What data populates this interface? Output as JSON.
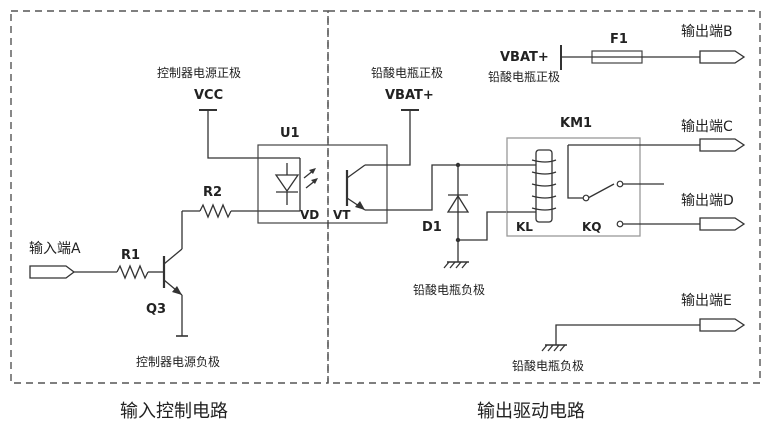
{
  "labels": {
    "ctrl_vcc_desc": "控制器电源正极",
    "vcc": "VCC",
    "battery_pos_desc_top": "铅酸电瓶正极",
    "vbat_top": "VBAT+",
    "u1": "U1",
    "vd": "VD",
    "vt": "VT",
    "r2": "R2",
    "r1": "R1",
    "q3": "Q3",
    "input_a": "输入端A",
    "ctrl_gnd_desc": "控制器电源负极",
    "vbat_right": "VBAT+",
    "battery_pos_desc_right": "铅酸电瓶正极",
    "f1": "F1",
    "output_b": "输出端B",
    "km1": "KM1",
    "output_c": "输出端C",
    "output_d": "输出端D",
    "kl": "KL",
    "kq": "KQ",
    "d1": "D1",
    "battery_neg_desc_mid": "铅酸电瓶负极",
    "output_e": "输出端E",
    "battery_neg_desc_bottom": "铅酸电瓶负极"
  },
  "sections": {
    "left_caption": "输入控制电路",
    "right_caption": "输出驱动电路"
  }
}
